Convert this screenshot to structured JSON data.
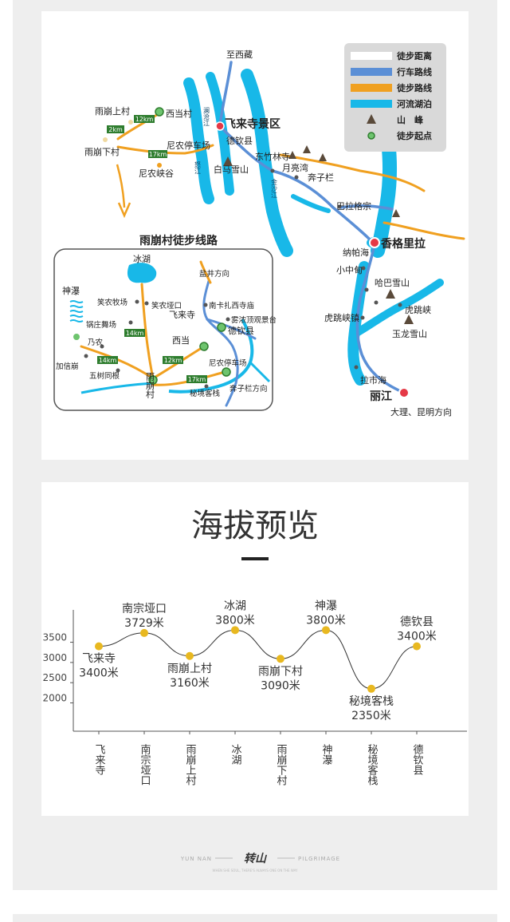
{
  "legend": {
    "items": [
      {
        "label": "徒步距离",
        "color": "#ffffff",
        "kind": "band"
      },
      {
        "label": "行车路线",
        "color": "#5b8fd6",
        "kind": "band"
      },
      {
        "label": "徒步路线",
        "color": "#f0a020",
        "kind": "band"
      },
      {
        "label": "河流湖泊",
        "color": "#18b8e8",
        "kind": "band"
      },
      {
        "label": "山　峰",
        "color": "#5a4a3a",
        "kind": "peak"
      },
      {
        "label": "徒步起点",
        "color": "#6ec46e",
        "kind": "start"
      }
    ]
  },
  "main_map": {
    "labels": {
      "tibet": "至西藏",
      "feilai": "飞来寺景区",
      "deqin": "德钦县",
      "baima": "白马雪山",
      "lancang": "澜沧江",
      "nu": "怒江",
      "jinsha": "金沙江",
      "xidang": "西当村",
      "yubeng_up": "雨崩上村",
      "yubeng_down": "雨崩下村",
      "nizhong_park": "尼农停车场",
      "nizhong_valley": "尼农峡谷",
      "dongzhulin": "东竹林寺",
      "yueliangwan": "月亮湾",
      "benzilan": "奔子栏",
      "balagezong": "巴拉格宗",
      "napahai": "纳帕海",
      "shangrila": "香格里拉",
      "xiaozhongdian": "小中甸",
      "haba": "哈巴雪山",
      "tiger_leap": "虎跳峡",
      "tiger_town": "虎跳峡镇",
      "yulong": "玉龙雪山",
      "lashihai": "拉市海",
      "lijiang": "丽江",
      "dali": "大理、昆明方向",
      "d12": "12km",
      "d2": "2km",
      "d17": "17km"
    }
  },
  "inset_map": {
    "title": "雨崩村徒步线路",
    "labels": {
      "bingshu": "冰湖",
      "salt": "盐井方向",
      "shenpu": "神瀑",
      "xiaonong_camp": "笑农牧场",
      "xiaonong_pass": "笑农垭口",
      "feilai": "飞来寺",
      "nanka": "南卡扎西寺庙",
      "wunong": "雾浓顶观景台",
      "deqin": "德钦县",
      "guozhuang": "锅庄舞场",
      "xidang": "西当",
      "naino": "乃农",
      "jiaxinbeng": "加信崩",
      "wushu": "五树同根",
      "yubeng": "雨崩村",
      "nizhong": "尼农停车场",
      "mijing": "秘境客栈",
      "benzilan": "奔子栏方向",
      "d14a": "14km",
      "d12": "12km",
      "d14b": "14km",
      "d17": "17km"
    }
  },
  "elevation": {
    "title": "海拔预览"
  },
  "chart_data": {
    "type": "line",
    "title": "海拔预览",
    "xlabel": "",
    "ylabel": "",
    "ylim": [
      1300,
      4300
    ],
    "yticks": [
      2000,
      2500,
      3000,
      3500
    ],
    "categories": [
      "飞来寺",
      "南宗垭口",
      "雨崩上村",
      "冰湖",
      "雨崩下村",
      "神瀑",
      "秘境客栈",
      "德钦县"
    ],
    "values": [
      3400,
      3729,
      3160,
      3800,
      3090,
      3800,
      2350,
      3400
    ],
    "point_labels": [
      "3400米",
      "3729米",
      "3160米",
      "3800米",
      "3090米",
      "3800米",
      "2350米",
      "3400米"
    ],
    "point_color": "#e8b820"
  },
  "footer": {
    "left": "YUN NAN",
    "brand": "转山",
    "right": "PILGRIMAGE",
    "tagline": "WHEN SHE SOUL, THERE'S ALWAYS ONE ON THE WAY"
  }
}
